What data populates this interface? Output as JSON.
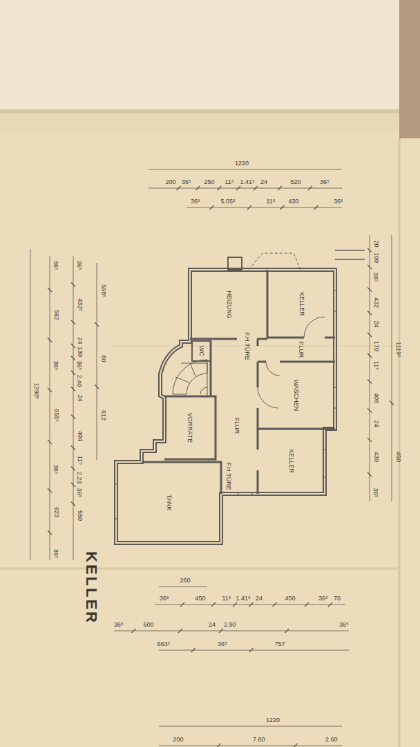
{
  "diagram": {
    "title": "KELLER",
    "nodes": [
      {
        "text": [
          "HEIZUNG"
        ]
      },
      {
        "text": [
          "KELLER"
        ]
      },
      {
        "text": [
          "FLUR"
        ]
      },
      {
        "text": [
          "WC"
        ]
      },
      {
        "text": [
          "WASCHEN"
        ]
      },
      {
        "text": [
          "FLUR"
        ]
      },
      {
        "text": [
          "VORRÄTE"
        ]
      },
      {
        "text": [
          "KELLER"
        ]
      },
      {
        "text": [
          "TANK"
        ]
      }
    ],
    "labels": [
      "F.H.TÜRE",
      "F.H.TÜRE",
      "1220",
      "200",
      "36⁵",
      "250",
      "11⁵",
      "1.41⁵",
      "24",
      "520",
      "36⁵",
      "36⁵",
      "5.05⁵",
      "11⁵",
      "430",
      "36⁵",
      "1290⁵",
      "36⁵",
      "562",
      "36⁵",
      "655⁵",
      "36⁵",
      "623",
      "36⁵",
      "36⁵",
      "432⁵",
      "24",
      "130",
      "36⁵",
      "2.40",
      "24",
      "404",
      "11⁵",
      "2.23",
      "36⁵",
      "550",
      "598⁵",
      "80",
      "612",
      "20",
      "100",
      "36⁵",
      "432",
      "24",
      "170",
      "11⁵",
      "408",
      "24",
      "430",
      "36⁵",
      "1119⁵",
      "450",
      "260",
      "36⁵",
      "450",
      "11⁵",
      "1.41⁵",
      "24",
      "450",
      "36⁵",
      "70",
      "36⁵",
      "600",
      "24",
      "2.90",
      "36⁵",
      "663⁵",
      "36⁵",
      "757",
      "1220",
      "200",
      "7.60",
      "2.60"
    ]
  }
}
